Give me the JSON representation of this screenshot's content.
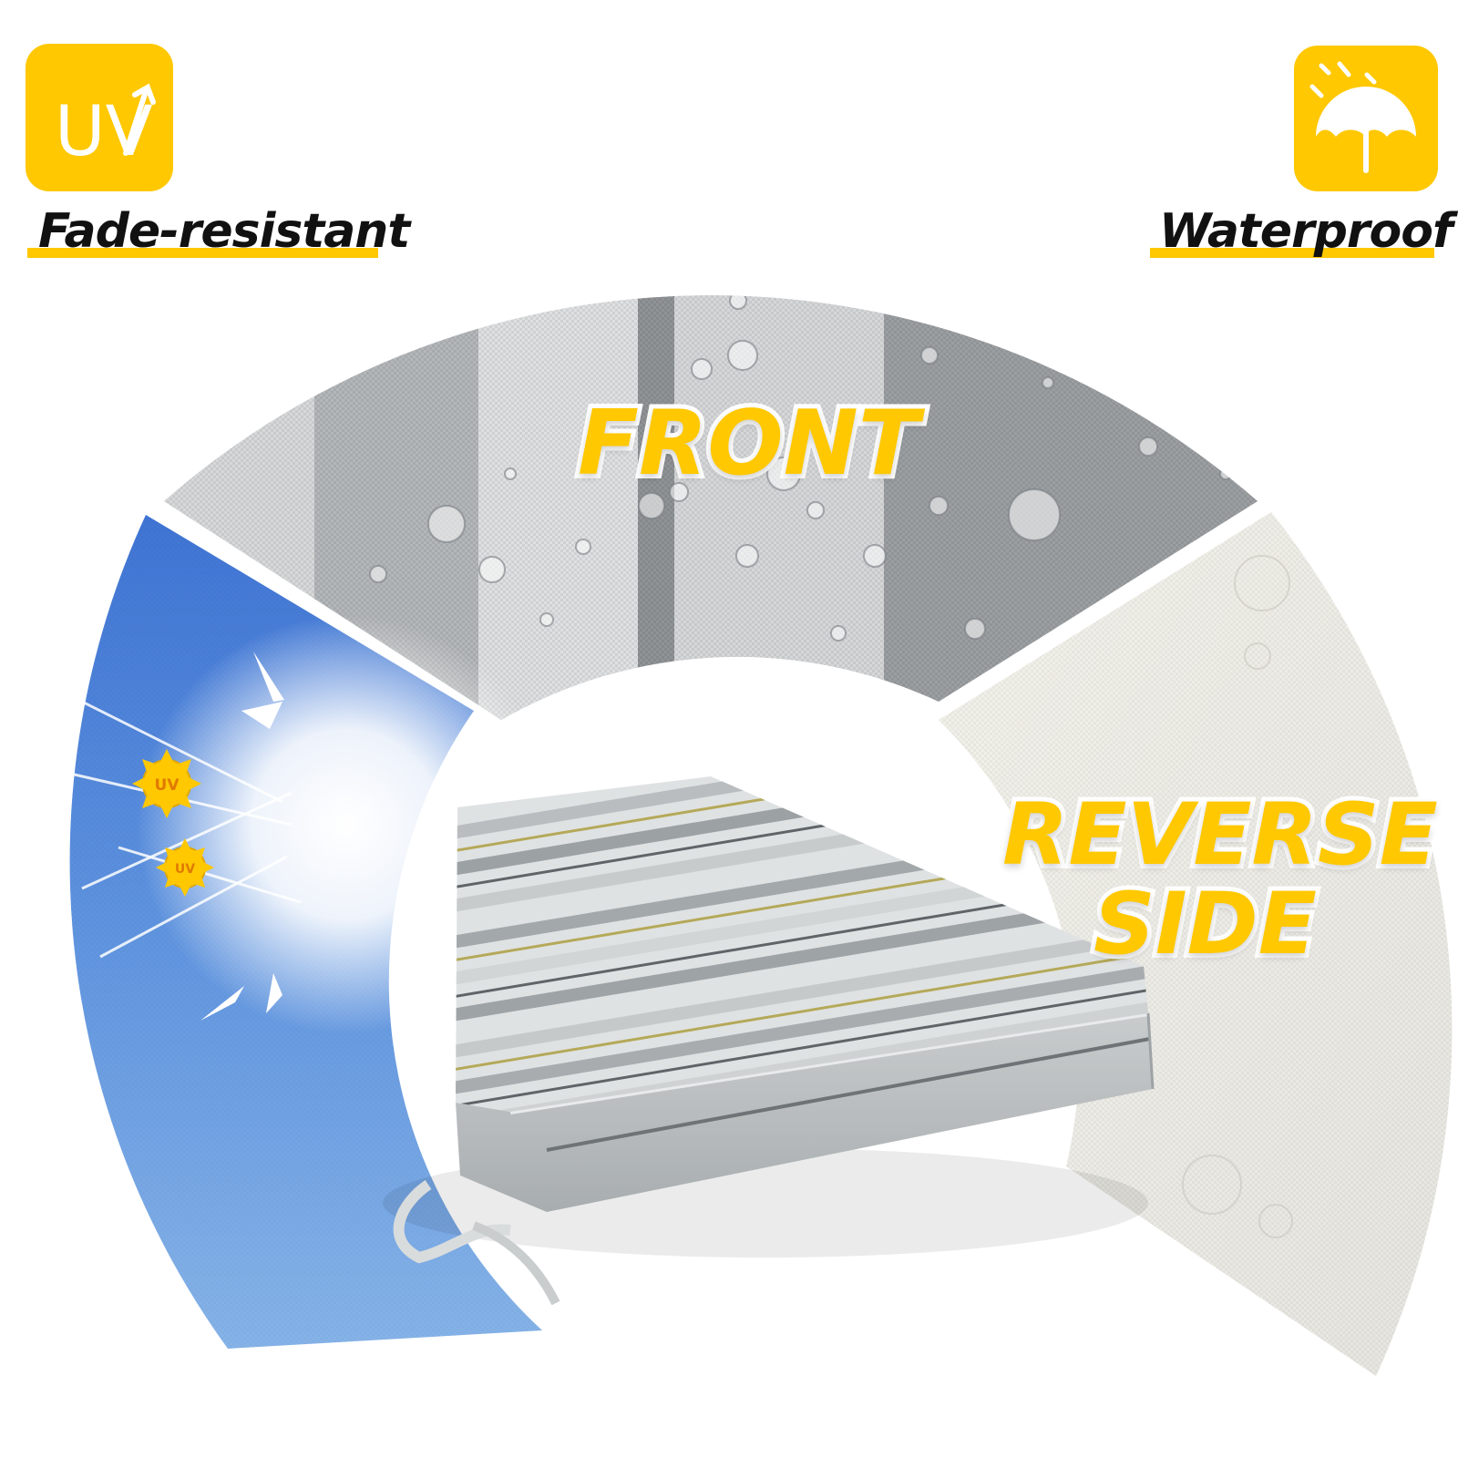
{
  "features": {
    "uv": {
      "badge_text": "UV",
      "label": "Fade-resistant",
      "icon": "uv-arrow-icon"
    },
    "water": {
      "label": "Waterproof",
      "icon": "umbrella-rain-icon"
    }
  },
  "sides": {
    "front": "FRONT",
    "reverse_line1": "REVERSE",
    "reverse_line2": "SIDE"
  },
  "sun_badge": "UV",
  "colors": {
    "accent": "#ffc800",
    "label_text": "#111111",
    "front_fabric": "#b9bcbe",
    "reverse_fabric": "#ecebe6",
    "sky": "#5b8fdc"
  }
}
